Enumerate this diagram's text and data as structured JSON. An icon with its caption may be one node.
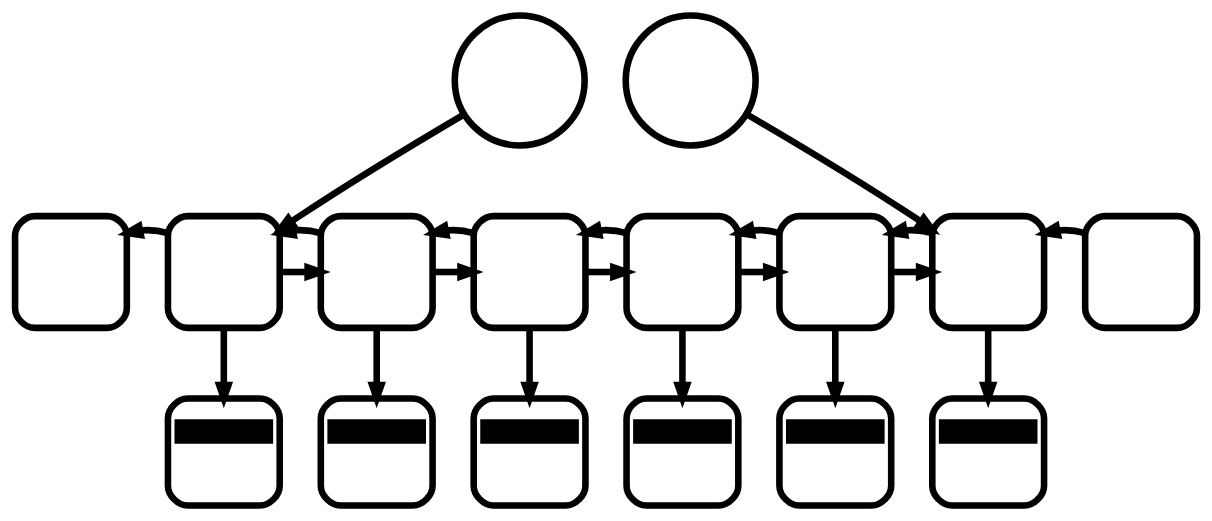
{
  "diagram": {
    "nodes": [
      {
        "text": [],
        "shape": "circle"
      },
      {
        "text": [],
        "shape": "circle"
      },
      {
        "text": [],
        "shape": "box"
      },
      {
        "text": [],
        "shape": "box"
      },
      {
        "text": [],
        "shape": "box"
      },
      {
        "text": [],
        "shape": "box"
      },
      {
        "text": [],
        "shape": "box"
      },
      {
        "text": [],
        "shape": "box"
      },
      {
        "text": [],
        "shape": "box"
      },
      {
        "text": [],
        "shape": "box"
      },
      {
        "text": [],
        "shape": "card"
      },
      {
        "text": [],
        "shape": "card"
      },
      {
        "text": [],
        "shape": "card"
      },
      {
        "text": [],
        "shape": "card"
      },
      {
        "text": [],
        "shape": "card"
      },
      {
        "text": [],
        "shape": "card"
      }
    ],
    "edges": [
      {
        "from": 0,
        "to": 3,
        "arrow": "to"
      },
      {
        "from": 1,
        "to": 8,
        "arrow": "to"
      },
      {
        "from": 3,
        "to": 2,
        "arrow": "to"
      },
      {
        "from": 3,
        "to": 4,
        "arrow": "to"
      },
      {
        "from": 4,
        "to": 3,
        "arrow": "to"
      },
      {
        "from": 4,
        "to": 5,
        "arrow": "to"
      },
      {
        "from": 5,
        "to": 4,
        "arrow": "to"
      },
      {
        "from": 5,
        "to": 6,
        "arrow": "to"
      },
      {
        "from": 6,
        "to": 5,
        "arrow": "to"
      },
      {
        "from": 6,
        "to": 7,
        "arrow": "to"
      },
      {
        "from": 7,
        "to": 6,
        "arrow": "to"
      },
      {
        "from": 7,
        "to": 8,
        "arrow": "to"
      },
      {
        "from": 8,
        "to": 7,
        "arrow": "to"
      },
      {
        "from": 9,
        "to": 8,
        "arrow": "to"
      },
      {
        "from": 3,
        "to": 10,
        "arrow": "to"
      },
      {
        "from": 4,
        "to": 11,
        "arrow": "to"
      },
      {
        "from": 5,
        "to": 12,
        "arrow": "to"
      },
      {
        "from": 6,
        "to": 13,
        "arrow": "to"
      },
      {
        "from": 7,
        "to": 14,
        "arrow": "to"
      },
      {
        "from": 8,
        "to": 15,
        "arrow": "to"
      }
    ]
  }
}
